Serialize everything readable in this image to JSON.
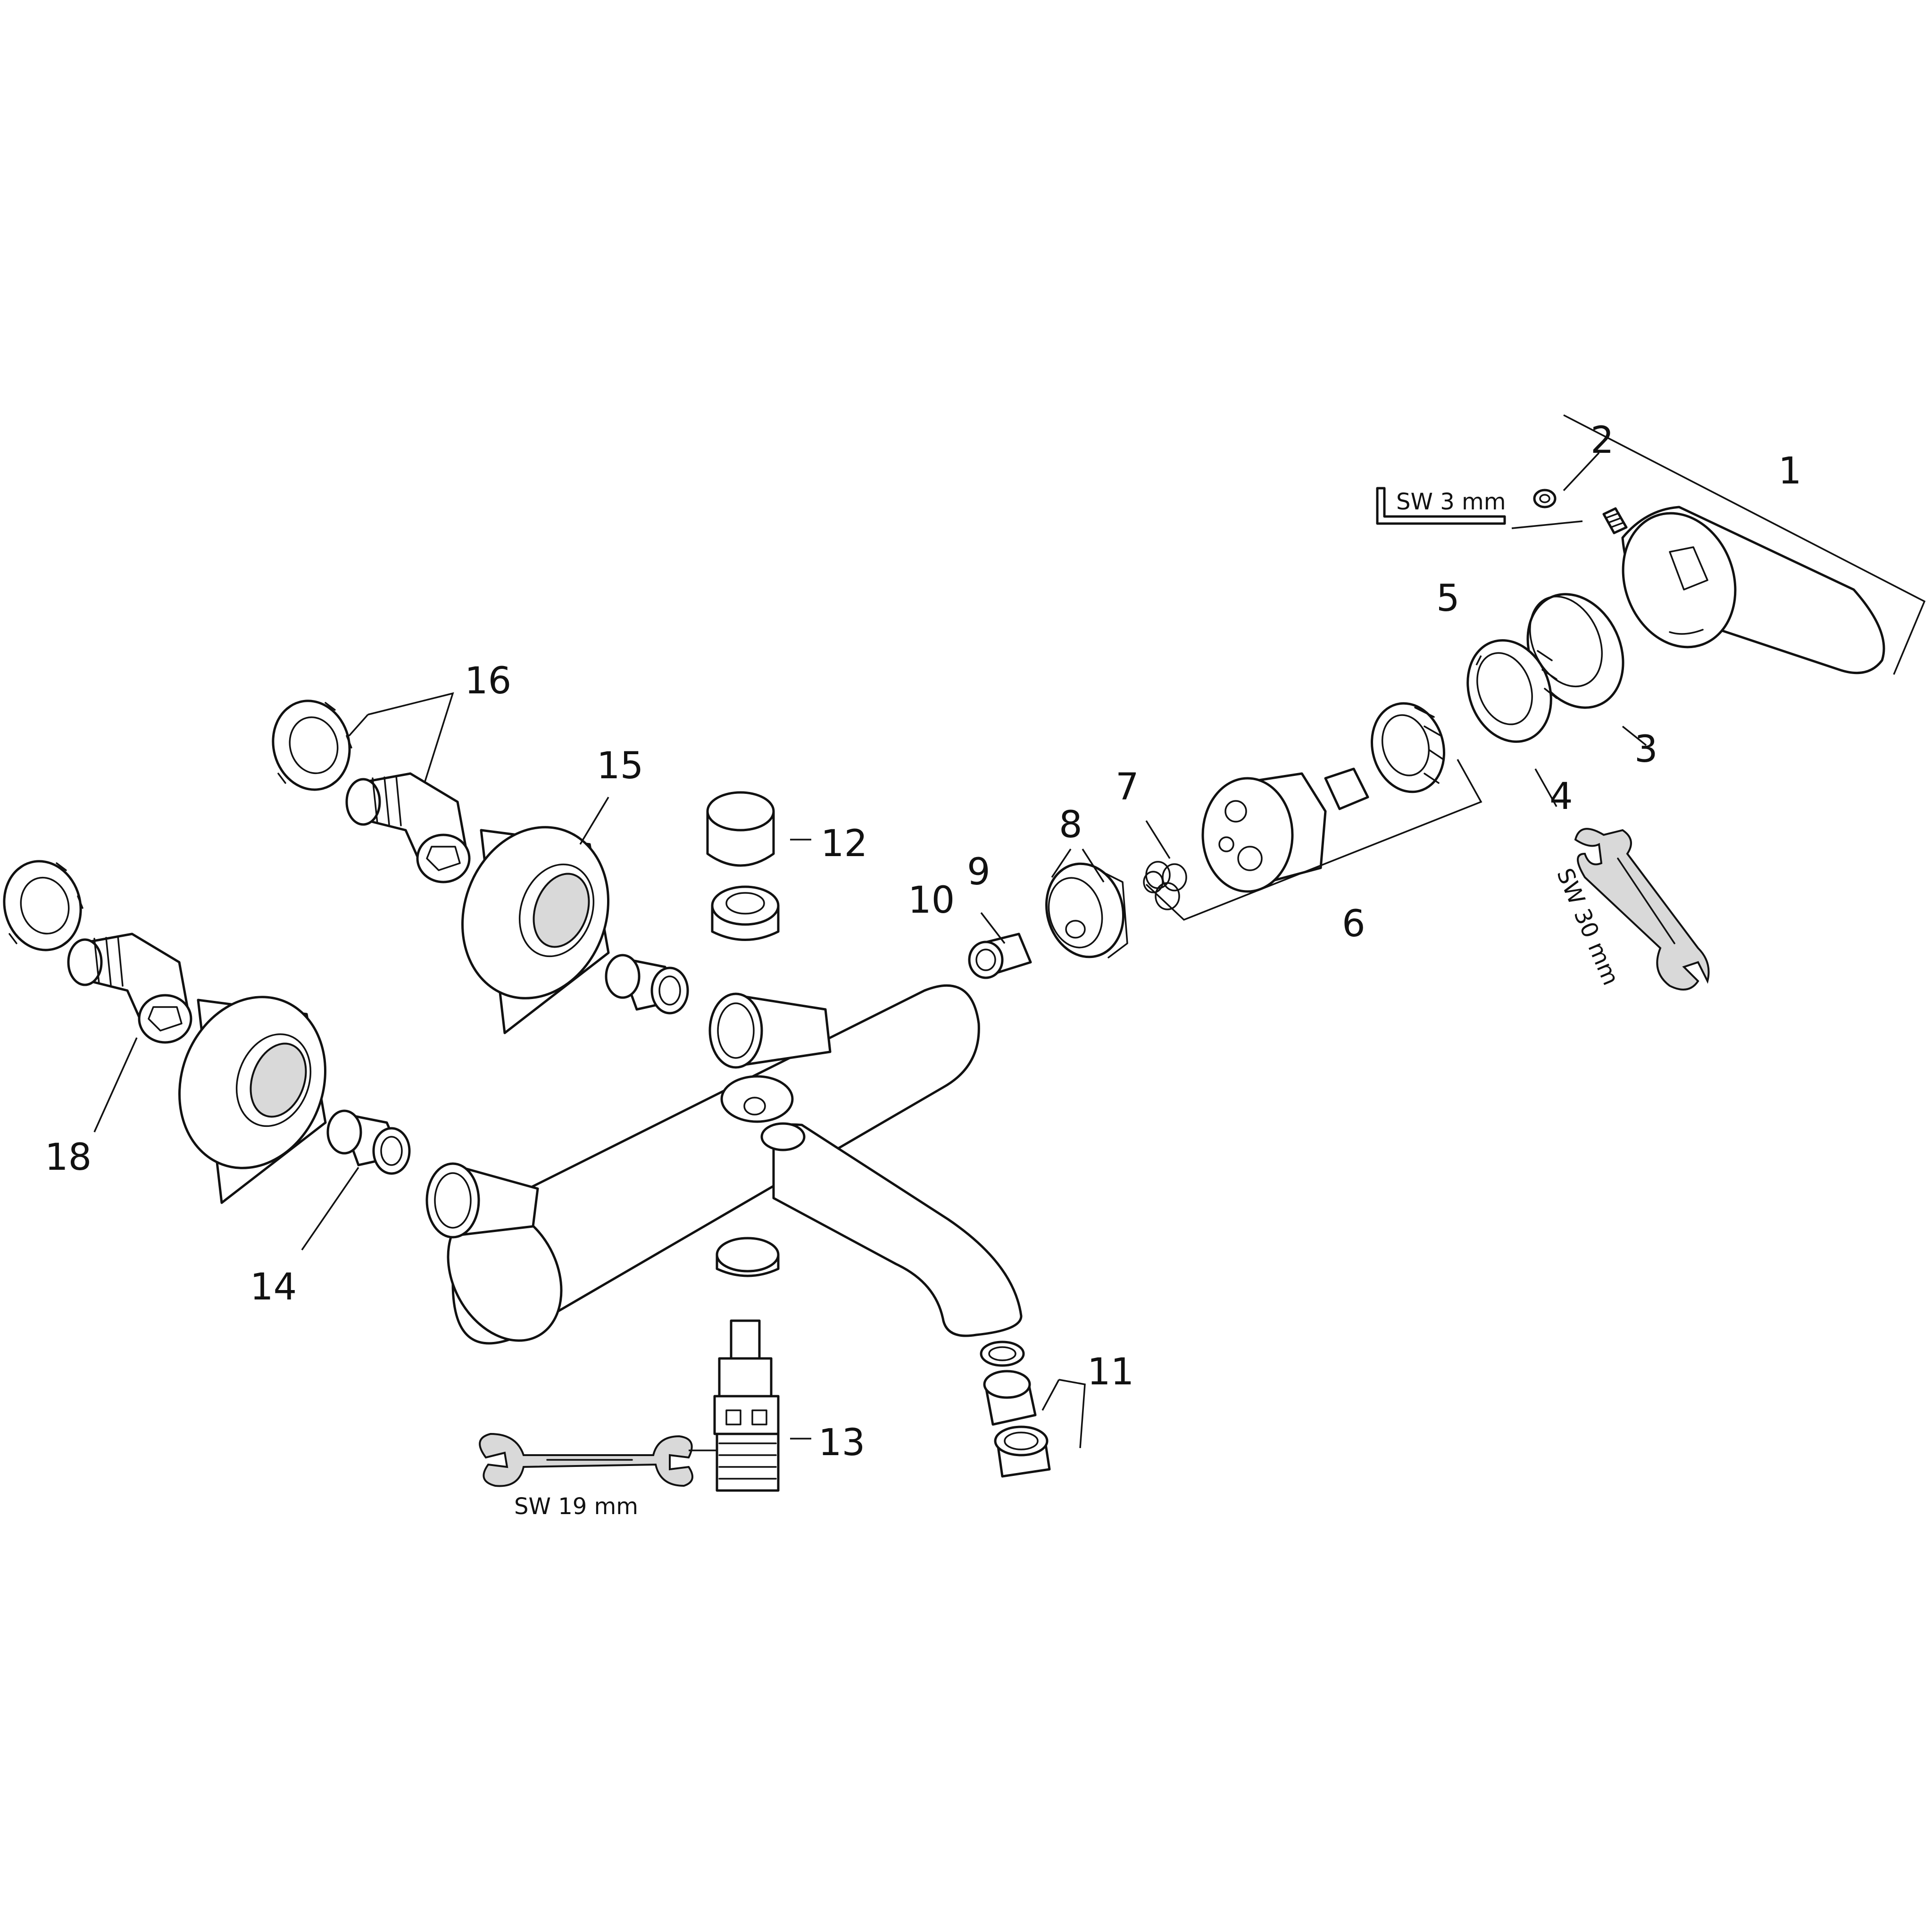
{
  "callouts": {
    "c1": "1",
    "c2": "2",
    "c3": "3",
    "c4": "4",
    "c5": "5",
    "c6": "6",
    "c7": "7",
    "c8": "8",
    "c9": "9",
    "c10": "10",
    "c11": "11",
    "c12": "12",
    "c13": "13",
    "c14": "14",
    "c15": "15",
    "c16": "16",
    "c18": "18"
  },
  "tools": {
    "hex_key": "SW 3 mm",
    "spanner_large": "SW 30 mm",
    "spanner_small": "SW 19 mm"
  }
}
